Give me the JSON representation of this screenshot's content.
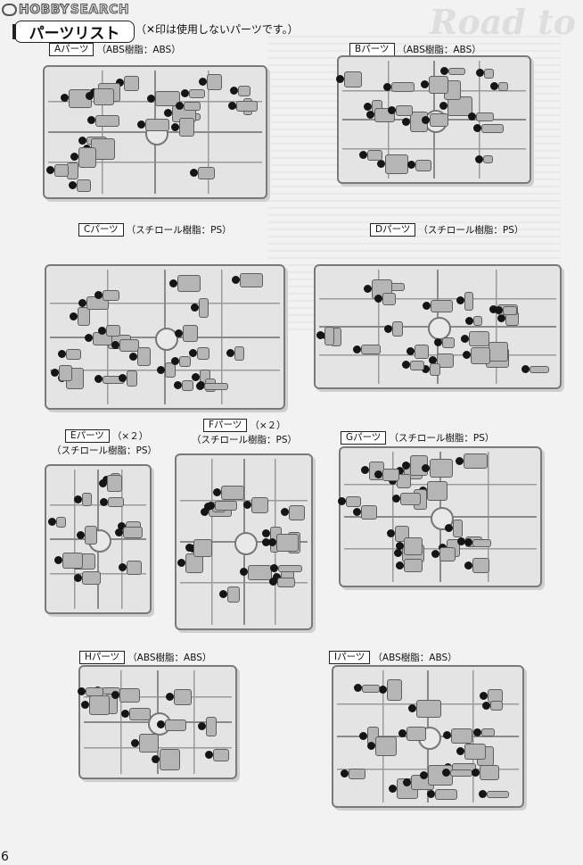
{
  "watermark": {
    "hobby": "HOBBY",
    "search": "SEARCH"
  },
  "background_title": "Road to",
  "header": {
    "title": "パーツリスト",
    "note": "（✕印は使用しないパーツです。）"
  },
  "runners": [
    {
      "id": "a",
      "label": "Aパーツ",
      "material": "（ABS樹脂：ABS）",
      "count": ""
    },
    {
      "id": "b",
      "label": "Bパーツ",
      "material": "（ABS樹脂：ABS）",
      "count": ""
    },
    {
      "id": "c",
      "label": "Cパーツ",
      "material": "（スチロール樹脂：PS）",
      "count": ""
    },
    {
      "id": "d",
      "label": "Dパーツ",
      "material": "（スチロール樹脂：PS）",
      "count": ""
    },
    {
      "id": "e",
      "label": "Eパーツ",
      "material": "（スチロール樹脂：PS）",
      "count": "（×２）"
    },
    {
      "id": "f",
      "label": "Fパーツ",
      "material": "（スチロール樹脂：PS）",
      "count": "（×２）"
    },
    {
      "id": "g",
      "label": "Gパーツ",
      "material": "（スチロール樹脂：PS）",
      "count": ""
    },
    {
      "id": "h",
      "label": "Hパーツ",
      "material": "（ABS樹脂：ABS）",
      "count": ""
    },
    {
      "id": "i",
      "label": "Iパーツ",
      "material": "（ABS樹脂：ABS）",
      "count": ""
    }
  ],
  "page_number": "6"
}
